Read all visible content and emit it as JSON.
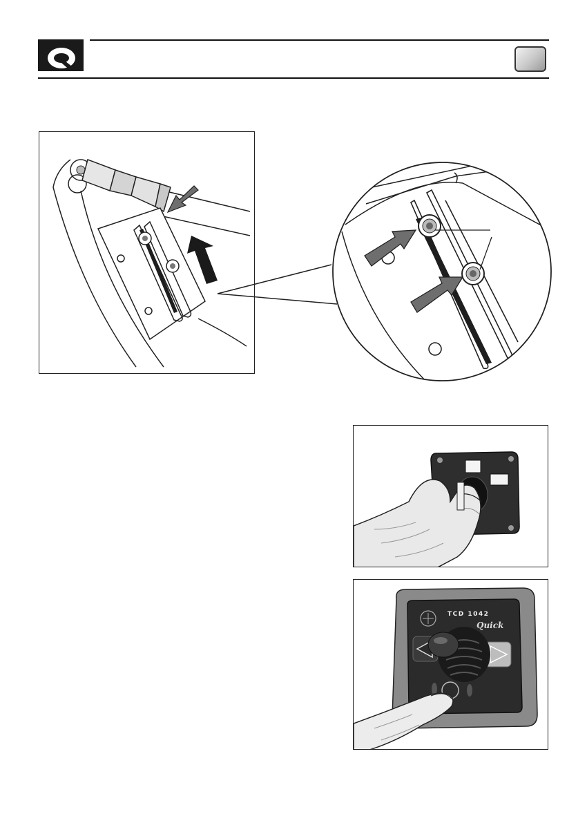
{
  "header": {
    "logo_icon": "quick-q-logo",
    "tab_icon": "grey-page-tab"
  },
  "figures": {
    "bracket": {
      "icon": "bracket-slot-adjustment"
    },
    "zoom": {
      "icon": "magnified-slot-screws"
    },
    "key": {
      "icon": "key-insertion"
    },
    "panel": {
      "icon": "control-panel-power-button",
      "model_label": "TCD 1042",
      "brand_label": "Quick"
    }
  },
  "colors": {
    "line": "#222222",
    "arrow_fill": "#6e6e6e",
    "panel_body": "#2b2b2b",
    "panel_frame": "#8a8a8a"
  }
}
